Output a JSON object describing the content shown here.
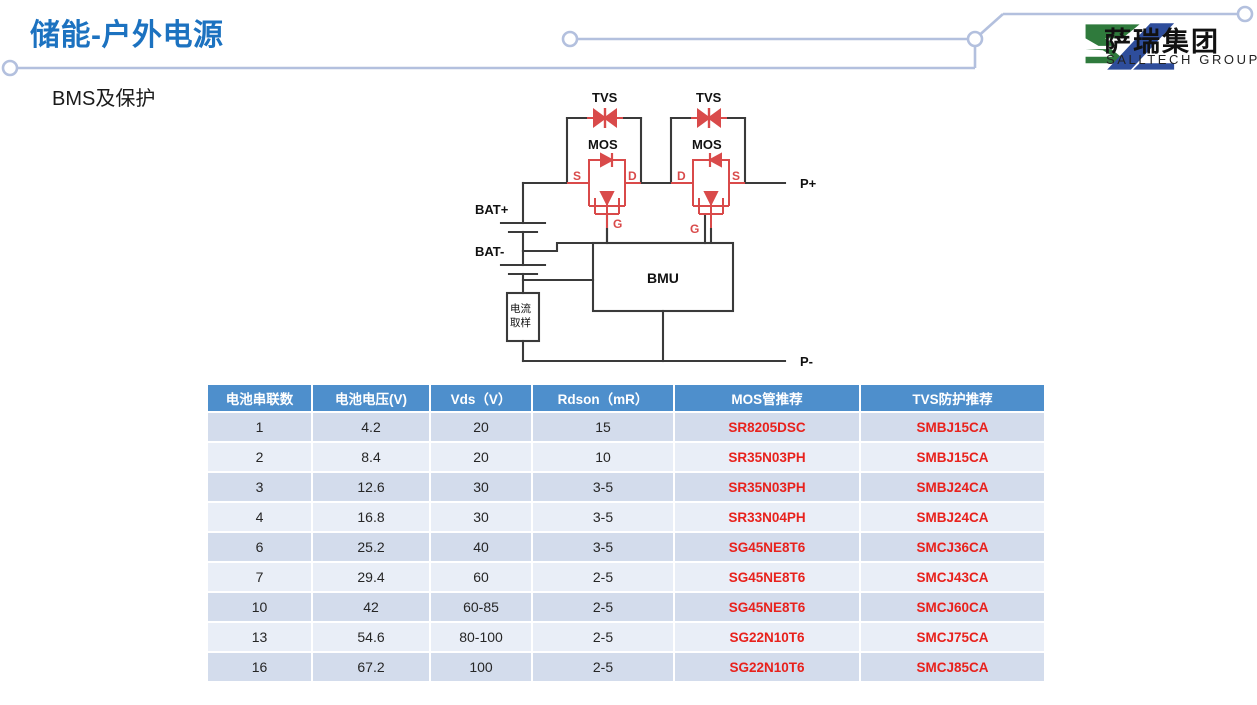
{
  "header": {
    "title": "储能-户外电源",
    "title_color": "#1C72C0",
    "subtitle": "BMS及保护",
    "deco_color": "#B3C0DE"
  },
  "logo": {
    "name_cn": "萨瑞集团",
    "name_en": "SALLTECH GROUP",
    "mark_green": "#2F7A3C",
    "mark_blue": "#2E4D9B"
  },
  "circuit": {
    "labels": {
      "tvs_left": "TVS",
      "tvs_right": "TVS",
      "mos_left": "MOS",
      "mos_right": "MOS",
      "bat_plus": "BAT+",
      "bat_minus": "BAT-",
      "p_plus": "P+",
      "p_minus": "P-",
      "bmu": "BMU",
      "shunt_line1": "电流",
      "shunt_line2": "取样",
      "mos_left_s": "S",
      "mos_left_d": "D",
      "mos_left_g": "G",
      "mos_right_d": "D",
      "mos_right_s": "S",
      "mos_right_g": "G"
    },
    "wire_color": "#3A3A3A",
    "device_color": "#D94A4A"
  },
  "table": {
    "header_bg": "#4E8FCC",
    "row_odd_bg": "#D3DCEC",
    "row_even_bg": "#E9EEF7",
    "part_color": "#E8211C",
    "columns": [
      "电池串联数",
      "电池电压(V)",
      "Vds（V）",
      "Rdson（mR）",
      "MOS管推荐",
      "TVS防护推荐"
    ],
    "rows": [
      [
        "1",
        "4.2",
        "20",
        "15",
        "SR8205DSC",
        "SMBJ15CA"
      ],
      [
        "2",
        "8.4",
        "20",
        "10",
        "SR35N03PH",
        "SMBJ15CA"
      ],
      [
        "3",
        "12.6",
        "30",
        "3-5",
        "SR35N03PH",
        "SMBJ24CA"
      ],
      [
        "4",
        "16.8",
        "30",
        "3-5",
        "SR33N04PH",
        "SMBJ24CA"
      ],
      [
        "6",
        "25.2",
        "40",
        "3-5",
        "SG45NE8T6",
        "SMCJ36CA"
      ],
      [
        "7",
        "29.4",
        "60",
        "2-5",
        "SG45NE8T6",
        "SMCJ43CA"
      ],
      [
        "10",
        "42",
        "60-85",
        "2-5",
        "SG45NE8T6",
        "SMCJ60CA"
      ],
      [
        "13",
        "54.6",
        "80-100",
        "2-5",
        "SG22N10T6",
        "SMCJ75CA"
      ],
      [
        "16",
        "67.2",
        "100",
        "2-5",
        "SG22N10T6",
        "SMCJ85CA"
      ]
    ],
    "part_column_indices": [
      4,
      5
    ]
  }
}
